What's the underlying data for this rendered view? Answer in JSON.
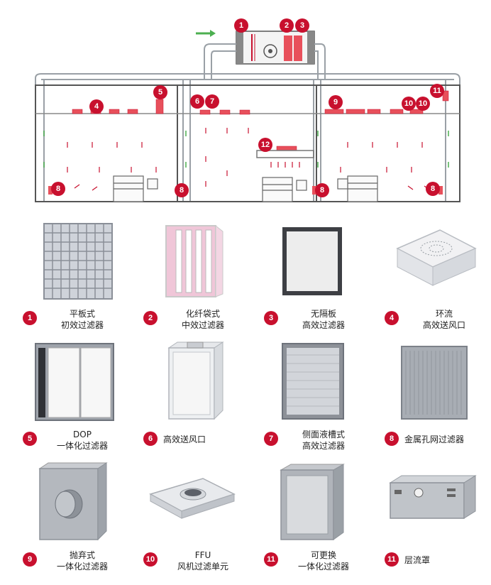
{
  "diagram": {
    "badges": [
      "1",
      "2",
      "3",
      "4",
      "5",
      "6",
      "7",
      "8",
      "9",
      "10",
      "11",
      "12"
    ]
  },
  "products": [
    {
      "num": "1",
      "line1": "平板式",
      "line2": "初效过滤器",
      "icon": "panel-filter"
    },
    {
      "num": "2",
      "line1": "化纤袋式",
      "line2": "中效过滤器",
      "icon": "bag-filter"
    },
    {
      "num": "3",
      "line1": "无隔板",
      "line2": "高效过滤器",
      "icon": "hepa-filter"
    },
    {
      "num": "4",
      "line1": "环流",
      "line2": "高效送风口",
      "icon": "ceiling-diffuser"
    },
    {
      "num": "5",
      "line1": "DOP",
      "line2": "一体化过滤器",
      "icon": "dop-filter"
    },
    {
      "num": "6",
      "line1": "高效送风口",
      "line2": "",
      "icon": "hepa-box"
    },
    {
      "num": "7",
      "line1": "侧面液槽式",
      "line2": "高效过滤器",
      "icon": "gel-seal-filter"
    },
    {
      "num": "8",
      "line1": "金属孔网过滤器",
      "line2": "",
      "icon": "metal-mesh-filter"
    },
    {
      "num": "9",
      "line1": "抛弃式",
      "line2": "一体化过滤器",
      "icon": "disposable-filter"
    },
    {
      "num": "10",
      "line1": "FFU",
      "line2": "风机过滤单元",
      "icon": "ffu-unit"
    },
    {
      "num": "11",
      "line1": "可更换",
      "line2": "一体化过滤器",
      "icon": "replaceable-filter"
    },
    {
      "num": "11",
      "line1": "层流罩",
      "line2": "",
      "icon": "laminar-hood"
    }
  ],
  "colors": {
    "accent": "#c8102e",
    "arrow_green": "#4caf50",
    "duct": "#9aa0a6"
  }
}
